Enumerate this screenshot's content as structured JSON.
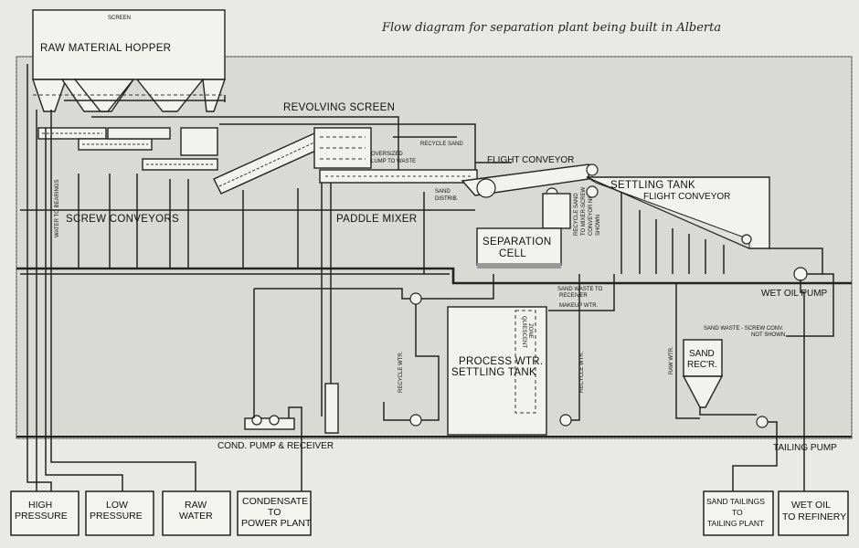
{
  "caption": "Flow diagram for separation plant being built in Alberta",
  "hopper": {
    "screen": "SCREEN",
    "title": "RAW MATERIAL  HOPPER"
  },
  "labels": {
    "revolving_screen": "REVOLVING SCREEN",
    "oversized": "OVERSIZED",
    "lump_to_waste": "LUMP TO WASTE",
    "recycle_sand": "RECYCLE SAND",
    "flight_conveyor_top": "FLIGHT CONVEYOR",
    "sand_distrib": "SAND",
    "sand_distrib2": "DISTRIB.",
    "screw_conveyors": "SCREW CONVEYORS",
    "water_to_bearings": "WATER TO BEARINGS",
    "paddle_mixer": "PADDLE MIXER",
    "separation": "SEPARATION",
    "cell": "CELL",
    "recycle_sand_note1": "RECYCLE SAND",
    "recycle_sand_note2": "TO MIXER-SCREW",
    "recycle_sand_note3": "CONVEYOR NOT",
    "recycle_sand_note4": "SHOWN",
    "settling_tank": "SETTLING   TANK",
    "flight_conveyor_tank": "FLIGHT CONVEYOR",
    "sand_waste_to": "SAND WASTE TO",
    "receiver": "RECEIVER",
    "makeup_wtr": "MAKEUP WTR.",
    "overflow_zone1": "QUIESCENT",
    "overflow_zone2": "ZONE",
    "process_wtr1": "PROCESS WTR.",
    "process_wtr2": "SETTLING TANK",
    "recycle_wtr_left": "RECYCLE WTR.",
    "recycle_wtr_right": "RECYCLE WTR.",
    "raw_wtr": "RAW WTR.",
    "sand_waste_note1": "SAND WASTE - SCREW CONV.",
    "sand_waste_note2": "NOT SHOWN",
    "sand_recr1": "SAND",
    "sand_recr2": "REC'R.",
    "wet_oil_pump": "WET OIL  PUMP",
    "cond_pump": "COND. PUMP & RECEIVER",
    "tailing_pump": "TAILING PUMP"
  },
  "boxes": [
    {
      "line1": "HIGH",
      "line2": "PRESSURE"
    },
    {
      "line1": "LOW",
      "line2": "PRESSURE"
    },
    {
      "line1": "RAW",
      "line2": "WATER"
    },
    {
      "line1": "CONDENSATE",
      "line2": "TO",
      "line3": "POWER PLANT"
    },
    {
      "line1": "SAND TAILINGS",
      "line2": "TO",
      "line3": "TAILING PLANT"
    },
    {
      "line1": "WET OIL",
      "line2": "TO REFINERY"
    }
  ]
}
